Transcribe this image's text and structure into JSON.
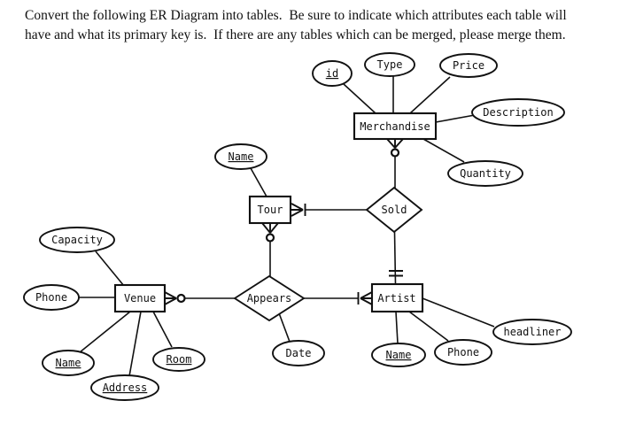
{
  "instructions": {
    "line1": "Convert the following ER Diagram into tables.  Be sure to indicate which attributes each table will",
    "line2": "have and what its primary key is.  If there are any tables which can be merged, please merge them."
  },
  "colors": {
    "ink": "#111111",
    "background": "#ffffff"
  },
  "diagram": {
    "entities": [
      {
        "label": "Merchandise"
      },
      {
        "label": "Tour"
      },
      {
        "label": "Venue"
      },
      {
        "label": "Artist"
      }
    ],
    "relationships": [
      {
        "label": "Sold"
      },
      {
        "label": "Appears"
      }
    ],
    "attributes": [
      {
        "label": "id",
        "owner": "Merchandise",
        "primary_key": true
      },
      {
        "label": "Type",
        "owner": "Merchandise",
        "primary_key": false
      },
      {
        "label": "Price",
        "owner": "Merchandise",
        "primary_key": false
      },
      {
        "label": "Description",
        "owner": "Merchandise",
        "primary_key": false
      },
      {
        "label": "Quantity",
        "owner": "Merchandise",
        "primary_key": false
      },
      {
        "label": "Name",
        "owner": "Tour",
        "primary_key": true
      },
      {
        "label": "Capacity",
        "owner": "Venue",
        "primary_key": false
      },
      {
        "label": "Phone",
        "owner": "Venue",
        "primary_key": false
      },
      {
        "label": "Name",
        "owner": "Venue",
        "primary_key": true
      },
      {
        "label": "Address",
        "owner": "Venue",
        "primary_key": true
      },
      {
        "label": "Room",
        "owner": "Venue",
        "primary_key": true
      },
      {
        "label": "Date",
        "owner": "Appears",
        "primary_key": false
      },
      {
        "label": "Name",
        "owner": "Artist",
        "primary_key": true
      },
      {
        "label": "Phone",
        "owner": "Artist",
        "primary_key": false
      },
      {
        "label": "headliner",
        "owner": "Artist",
        "primary_key": false
      }
    ],
    "cardinality": [
      {
        "relationship": "Sold",
        "entity": "Merchandise",
        "notation": "zero-or-many"
      },
      {
        "relationship": "Sold",
        "entity": "Tour",
        "notation": "one-or-many"
      },
      {
        "relationship": "Sold",
        "entity": "Artist",
        "notation": "exactly-one"
      },
      {
        "relationship": "Appears",
        "entity": "Tour",
        "notation": "zero-or-many"
      },
      {
        "relationship": "Appears",
        "entity": "Venue",
        "notation": "zero-or-many"
      },
      {
        "relationship": "Appears",
        "entity": "Artist",
        "notation": "one-or-many"
      }
    ]
  }
}
